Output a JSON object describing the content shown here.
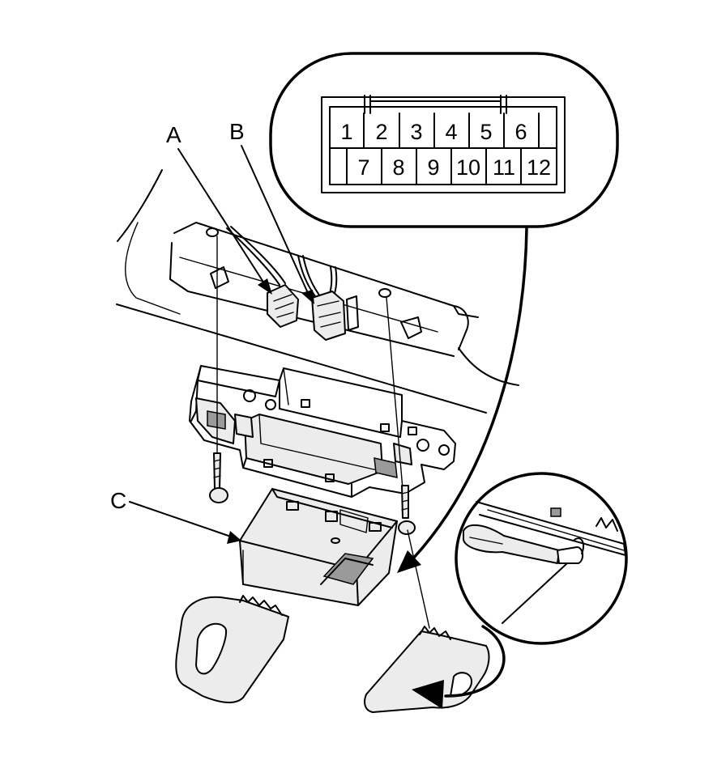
{
  "callouts": {
    "a": "A",
    "b": "B",
    "c": "C"
  },
  "connector": {
    "top_row": [
      "1",
      "2",
      "3",
      "4",
      "5",
      "6"
    ],
    "bottom_row": [
      "7",
      "8",
      "9",
      "10",
      "11",
      "12"
    ]
  },
  "colors": {
    "ink": "#000000",
    "paper": "#ffffff",
    "shade": "#d9d9d9"
  }
}
